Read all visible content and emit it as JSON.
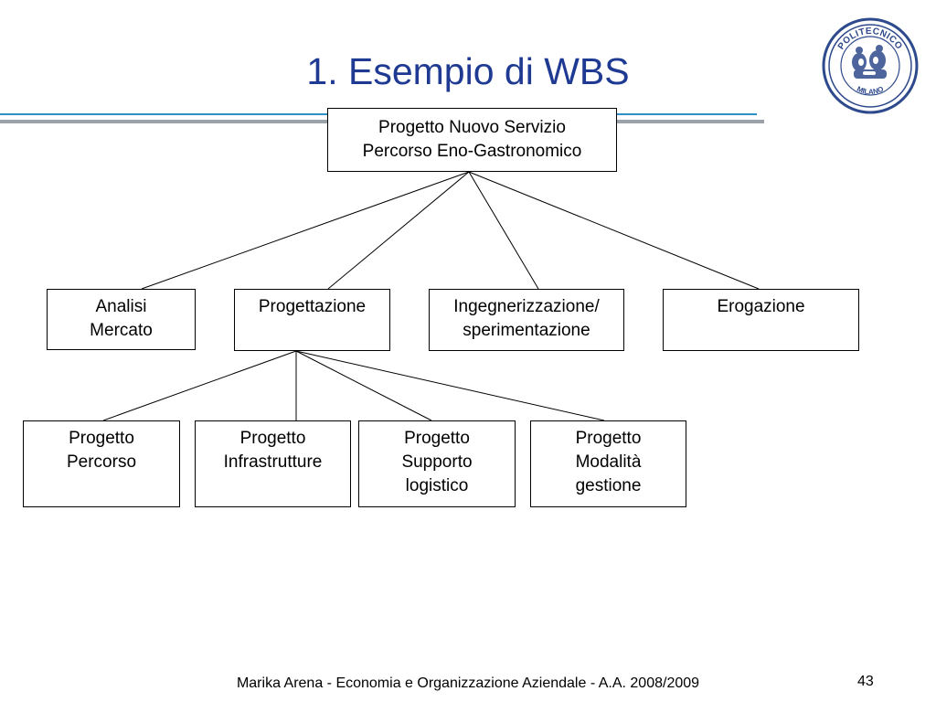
{
  "slide": {
    "title": "1. Esempio di WBS",
    "footer": "Marika Arena - Economia e Organizzazione Aziendale - A.A. 2008/2009",
    "page_number": "43"
  },
  "logo": {
    "icon": "politecnico-milano-seal-icon",
    "text_top": "POLITECNICO",
    "text_bottom": "MILANO",
    "color": "#2e4a8c"
  },
  "colors": {
    "title": "#1f3a93",
    "rule_blue": "#2f8fc7",
    "rule_grey": "#9aa1a8",
    "box_border": "#000000"
  },
  "wbs": {
    "root": "Progetto Nuovo Servizio\nPercorso Eno-Gastronomico",
    "level1": [
      "Analisi\nMercato",
      "Progettazione",
      "Ingegnerizzazione/\nsperimentazione",
      "Erogazione"
    ],
    "level2": [
      "Progetto\nPercorso",
      "Progetto\nInfrastrutture",
      "Progetto\nSupporto\nlogistico",
      "Progetto\nModalità\ngestione"
    ]
  }
}
